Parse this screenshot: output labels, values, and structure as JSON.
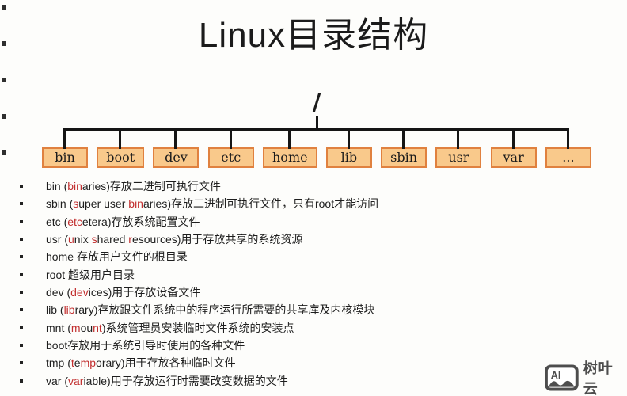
{
  "title": "Linux目录结构",
  "tree": {
    "root_label": "/",
    "nodes": [
      "bin",
      "boot",
      "dev",
      "etc",
      "home",
      "lib",
      "sbin",
      "usr",
      "var",
      "..."
    ]
  },
  "list": {
    "items": [
      {
        "key": "bin",
        "segments": [
          {
            "text": "bin ("
          },
          {
            "text": "bin",
            "red": true
          },
          {
            "text": "aries)存放二进制可执行文件"
          }
        ]
      },
      {
        "key": "sbin",
        "segments": [
          {
            "text": "sbin ("
          },
          {
            "text": "s",
            "red": true
          },
          {
            "text": "uper user "
          },
          {
            "text": "bin",
            "red": true
          },
          {
            "text": "aries)存放二进制可执行文件，只有root才能访问"
          }
        ]
      },
      {
        "key": "etc",
        "segments": [
          {
            "text": "etc ("
          },
          {
            "text": "etc",
            "red": true
          },
          {
            "text": "etera)存放系统配置文件"
          }
        ]
      },
      {
        "key": "usr",
        "segments": [
          {
            "text": "usr ("
          },
          {
            "text": "u",
            "red": true
          },
          {
            "text": "nix "
          },
          {
            "text": "s",
            "red": true
          },
          {
            "text": "hared "
          },
          {
            "text": "r",
            "red": true
          },
          {
            "text": "esources)用于存放共享的系统资源"
          }
        ]
      },
      {
        "key": "home",
        "segments": [
          {
            "text": "home 存放用户文件的根目录"
          }
        ]
      },
      {
        "key": "root",
        "segments": [
          {
            "text": "root 超级用户目录"
          }
        ]
      },
      {
        "key": "dev",
        "segments": [
          {
            "text": "dev ("
          },
          {
            "text": "dev",
            "red": true
          },
          {
            "text": "ices)用于存放设备文件"
          }
        ]
      },
      {
        "key": "lib",
        "segments": [
          {
            "text": "lib ("
          },
          {
            "text": "lib",
            "red": true
          },
          {
            "text": "rary)存放跟文件系统中的程序运行所需要的共享库及内核模块"
          }
        ]
      },
      {
        "key": "mnt",
        "segments": [
          {
            "text": "mnt ("
          },
          {
            "text": "m",
            "red": true
          },
          {
            "text": "ou"
          },
          {
            "text": "nt",
            "red": true
          },
          {
            "text": ")系统管理员安装临时文件系统的安装点"
          }
        ]
      },
      {
        "key": "boot",
        "segments": [
          {
            "text": "boot存放用于系统引导时使用的各种文件"
          }
        ]
      },
      {
        "key": "tmp",
        "segments": [
          {
            "text": "tmp ("
          },
          {
            "text": "t",
            "red": true
          },
          {
            "text": "e"
          },
          {
            "text": "mp",
            "red": true
          },
          {
            "text": "orary)用于存放各种临时文件"
          }
        ]
      },
      {
        "key": "var",
        "segments": [
          {
            "text": "var ("
          },
          {
            "text": "var",
            "red": true
          },
          {
            "text": "iable)用于存放运行时需要改变数据的文件"
          }
        ]
      }
    ]
  },
  "watermark": {
    "icon_text": "AI",
    "label": "树叶云"
  },
  "colors": {
    "highlight_red": "#c22f2f",
    "box_fill": "#f9c98b",
    "box_border": "#e0813f",
    "line_black": "#151515",
    "watermark_gray": "#4d4d4d"
  }
}
